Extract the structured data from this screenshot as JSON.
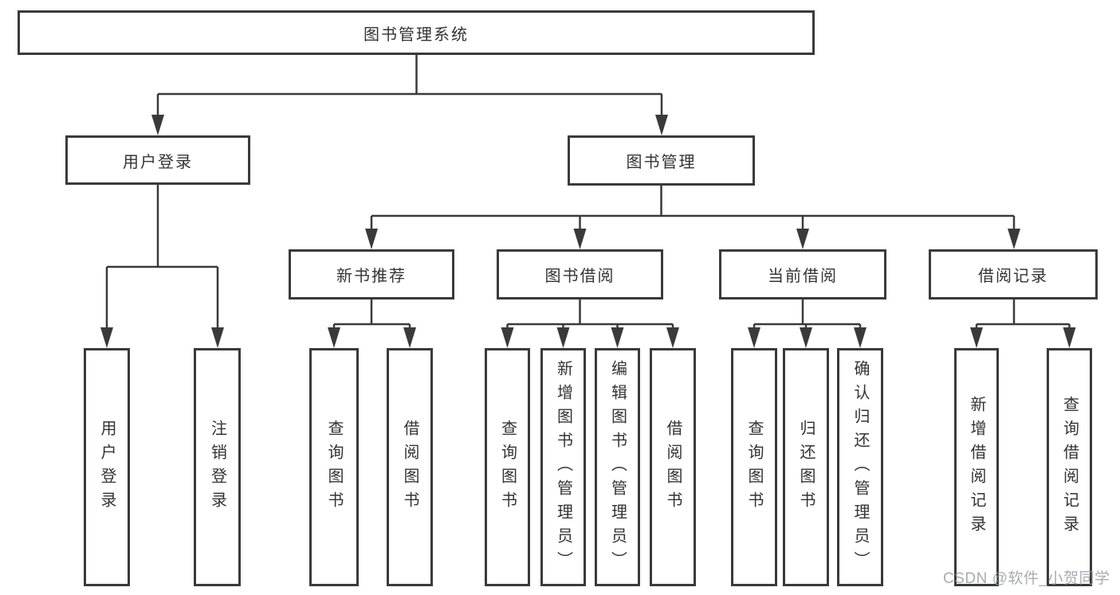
{
  "colors": {
    "line": "#3a3a3a",
    "box_border": "#3a3a3a",
    "text": "#333333",
    "background": "#ffffff",
    "watermark": "#9496a0"
  },
  "watermark": {
    "text": "CSDN @软件_小贺同学"
  },
  "diagram": {
    "root": {
      "label": "图书管理系统"
    },
    "branches": [
      {
        "label": "用户登录",
        "children": [
          {
            "label": "用户登录"
          },
          {
            "label": "注销登录"
          }
        ]
      },
      {
        "label": "图书管理",
        "children": [
          {
            "label": "新书推荐",
            "children": [
              {
                "label": "查询图书"
              },
              {
                "label": "借阅图书"
              }
            ]
          },
          {
            "label": "图书借阅",
            "children": [
              {
                "label": "查询图书"
              },
              {
                "label": "新增图书（管理员）"
              },
              {
                "label": "编辑图书（管理员）"
              },
              {
                "label": "借阅图书"
              }
            ]
          },
          {
            "label": "当前借阅",
            "children": [
              {
                "label": "查询图书"
              },
              {
                "label": "归还图书"
              },
              {
                "label": "确认归还（管理员）"
              }
            ]
          },
          {
            "label": "借阅记录",
            "children": [
              {
                "label": "新增借阅记录"
              },
              {
                "label": "查询借阅记录"
              }
            ]
          }
        ]
      }
    ]
  }
}
